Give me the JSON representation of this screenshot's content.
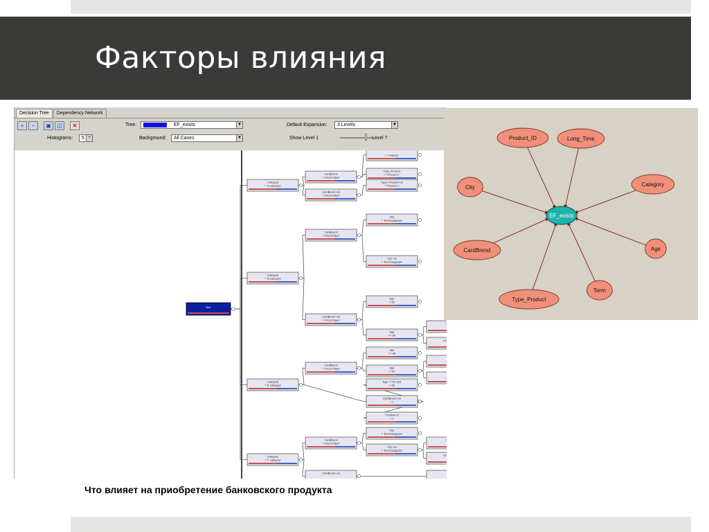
{
  "slide": {
    "title": "Факторы влияния",
    "caption": "Что влияет на приобретение банковского продукта"
  },
  "decision_tree_viewer": {
    "tabs": [
      {
        "label": "Decision Tree",
        "active": true
      },
      {
        "label": "Dependency Network",
        "active": false
      }
    ],
    "toolbar": {
      "tree_label": "Tree:",
      "tree_value": "EF_exists",
      "default_expansion_label": "Default Expansion:",
      "default_expansion_value": "3 Levels",
      "histograms_label": "Histograms:",
      "histograms_value": "5",
      "background_label": "Background:",
      "background_value": "All Cases",
      "show_level_label": "Show Level 1",
      "show_level_max": "Level 7"
    },
    "root_node": {
      "label": "Все"
    },
    "nodes": [
      {
        "l1": "",
        "l2": "= 'Тюмень'"
      },
      {
        "l1": "CardBrend",
        "l2": "= Отсутствует"
      },
      {
        "l1": "Type_Product",
        "l2": "= 'Product 1'"
      },
      {
        "l1": "Category",
        "l2": "= 'А category'"
      },
      {
        "l1": "Type_Product not",
        "l2": "= 'Product 1'"
      },
      {
        "l1": "CardBrend not",
        "l2": "= Отсутствует"
      },
      {
        "l1": "City",
        "l2": "= 'Белгородская'"
      },
      {
        "l1": "CardBrend",
        "l2": "= Отсутствует"
      },
      {
        "l1": "City not",
        "l2": "= 'Белгородская'"
      },
      {
        "l1": "Category",
        "l2": "= 'В category'"
      },
      {
        "l1": "Age",
        "l2": "< 69"
      },
      {
        "l1": "CardBrend not",
        "l2": "= Отсутствует"
      },
      {
        "l1": "Long_Time",
        "l2": "< 6"
      },
      {
        "l1": "Age",
        "l2": ">= 69"
      },
      {
        "l1": "Long_Time not",
        "l2": "< 6"
      },
      {
        "l1": "Age",
        "l2": ">= 48"
      },
      {
        "l1": "City not",
        "l2": "= 'Тюмень'"
      },
      {
        "l1": "Term",
        "l2": "< 50 мес"
      },
      {
        "l1": "Product_ID not",
        "l2": "= 1"
      },
      {
        "l1": "CardBrend",
        "l2": "= Отсутствует"
      },
      {
        "l1": "Age",
        "l2": "< 52"
      },
      {
        "l1": "Term not",
        "l2": "< 50 мес"
      },
      {
        "l1": "City",
        "l2": "= 'Тюмень'"
      },
      {
        "l1": "Product_ID",
        "l2": "= 1"
      },
      {
        "l1": "Category",
        "l2": "= 'Б category'"
      },
      {
        "l1": "Age >= 52 and",
        "l2": "< 69"
      },
      {
        "l1": "CardBrend not",
        "l2": "= 1"
      },
      {
        "l1": "CardBrend",
        "l2": "= 1"
      },
      {
        "l1": "CardBrend",
        "l2": "= Отсутствует"
      },
      {
        "l1": "City",
        "l2": "= 'Белгородская'"
      },
      {
        "l1": "Long_Time",
        "l2": "< 6"
      },
      {
        "l1": "Age",
        "l2": "< 52"
      },
      {
        "l1": "City not",
        "l2": "= 'Белгородская'"
      },
      {
        "l1": "Category",
        "l2": "= 'Г category'"
      },
      {
        "l1": "Long_Time not",
        "l2": "< 6"
      },
      {
        "l1": "Age",
        "l2": ">= 52"
      },
      {
        "l1": "City",
        "l2": "= 'Уфа'"
      },
      {
        "l1": "CardBrend not",
        "l2": ""
      },
      {
        "l1": "City not",
        "l2": ""
      }
    ]
  },
  "dependency_network": {
    "center": "EF_exists",
    "nodes": [
      "Product_ID",
      "Long_Time",
      "City",
      "Category",
      "CardBrend",
      "Age",
      "Type_Product",
      "Term"
    ],
    "colors": {
      "node_fill": "#f0907a",
      "center_fill": "#20b2ae",
      "edge": "#7a1d1d",
      "background": "#d8d1c5"
    }
  }
}
